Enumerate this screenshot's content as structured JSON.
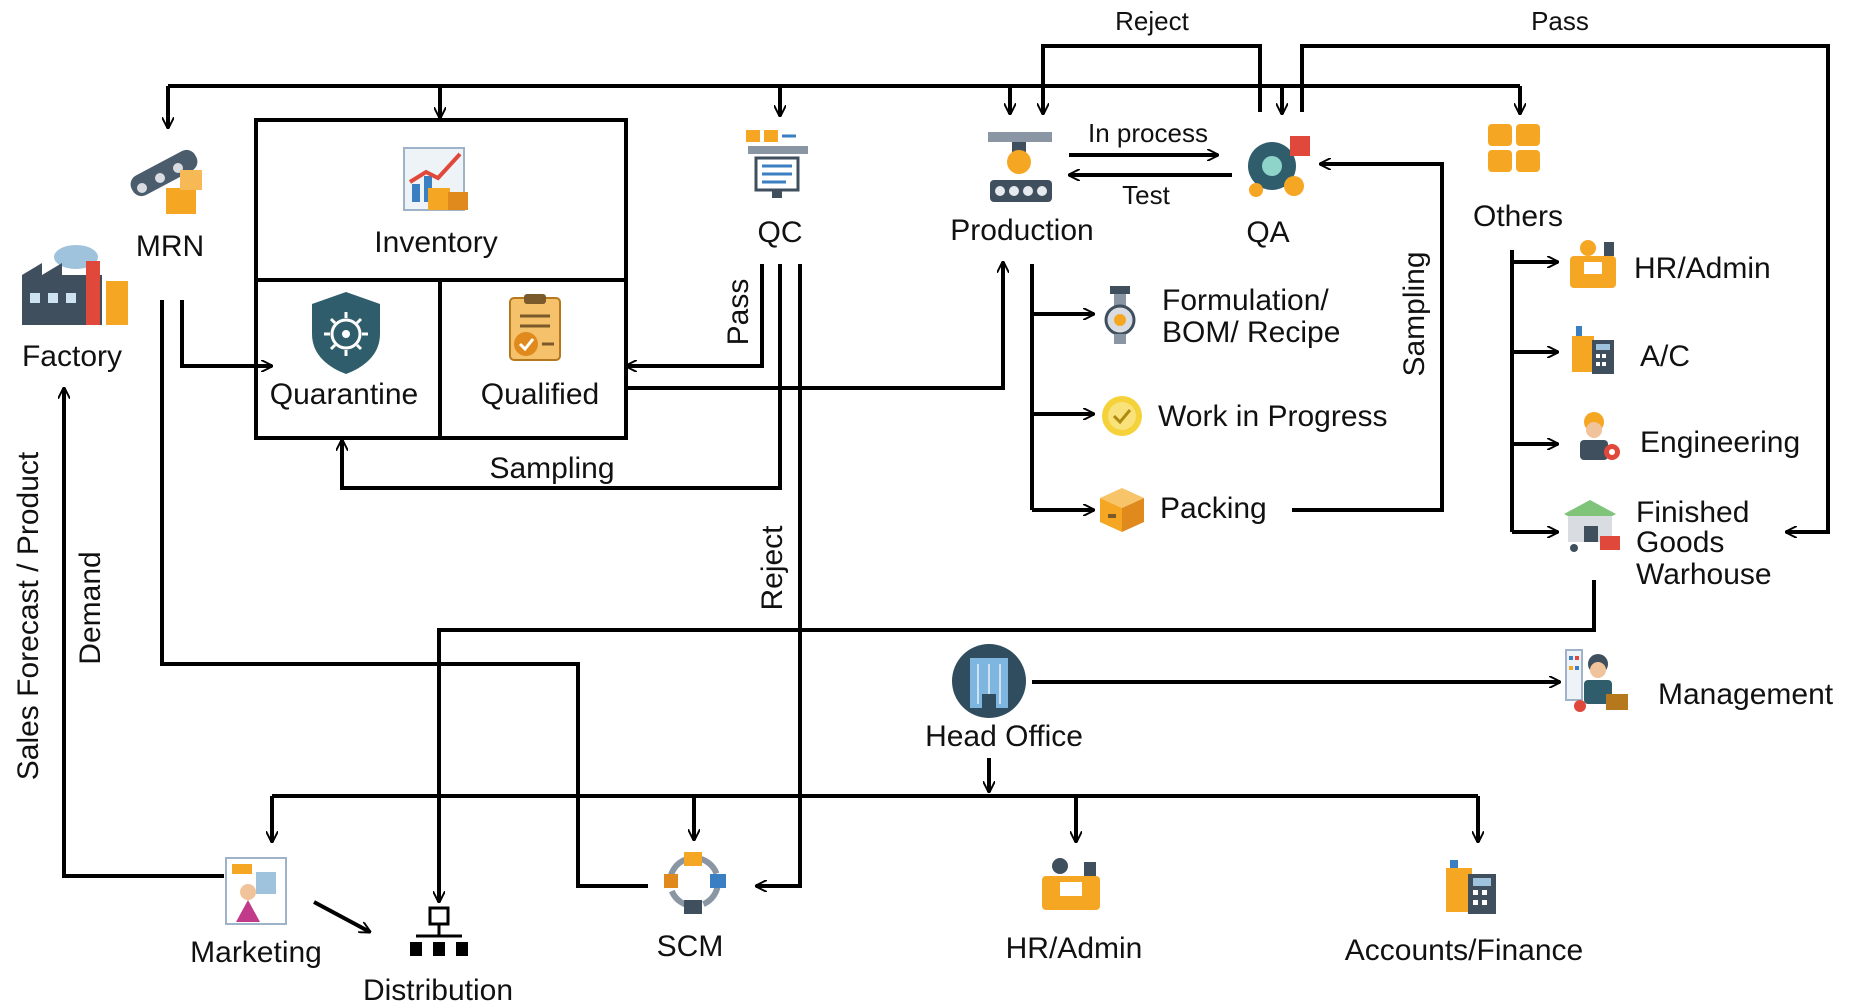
{
  "nodes": {
    "factory": "Factory",
    "mrn": "MRN",
    "inventory": "Inventory",
    "quarantine": "Quarantine",
    "qualified": "Qualified",
    "qc": "QC",
    "production": "Production",
    "qa": "QA",
    "others": "Others",
    "formulation_line1": "Formulation/",
    "formulation_line2": "BOM/ Recipe",
    "wip": "Work in Progress",
    "packing": "Packing",
    "hr_admin_top": "HR/Admin",
    "ac": "A/C",
    "engineering": "Engineering",
    "fg_line1": "Finished",
    "fg_line2": "Goods",
    "fg_line3": "Warhouse",
    "management": "Management",
    "head_office": "Head Office",
    "marketing": "Marketing",
    "distribution": "Distribution",
    "scm": "SCM",
    "hr_admin_bottom": "HR/Admin",
    "accounts_finance": "Accounts/Finance"
  },
  "edges": {
    "reject_top": "Reject",
    "pass_top": "Pass",
    "in_process": "In process",
    "test": "Test",
    "pass_qc": "Pass",
    "sampling_qc": "Sampling",
    "reject_qc": "Reject",
    "sampling_qa": "Sampling",
    "sales_forecast": "Sales Forecast / Product",
    "demand": "Demand"
  },
  "icons": {
    "factory": "factory-icon",
    "mrn": "conveyor-boxes-icon",
    "inventory": "inventory-chart-icon",
    "quarantine": "virus-shield-icon",
    "qualified": "checklist-badge-icon",
    "qc": "monitor-checklist-icon",
    "production": "robot-assembly-icon",
    "qa": "gear-magnifier-icon",
    "others": "grid-tiles-icon",
    "formulation": "flask-icon",
    "wip": "check-circle-icon",
    "packing": "box-icon",
    "hr_admin": "hr-desk-icon",
    "ac": "calculator-icon",
    "engineering": "engineer-icon",
    "finished_goods": "warehouse-icon",
    "management": "manager-icon",
    "head_office": "building-icon",
    "marketing": "marketing-icon",
    "distribution": "distribution-network-icon",
    "scm": "supply-cycle-icon"
  },
  "colors": {
    "line": "#000000",
    "orange": "#f5a623",
    "teal": "#2f5d6b",
    "blue": "#3a7fc1",
    "gray": "#8a96a3"
  }
}
